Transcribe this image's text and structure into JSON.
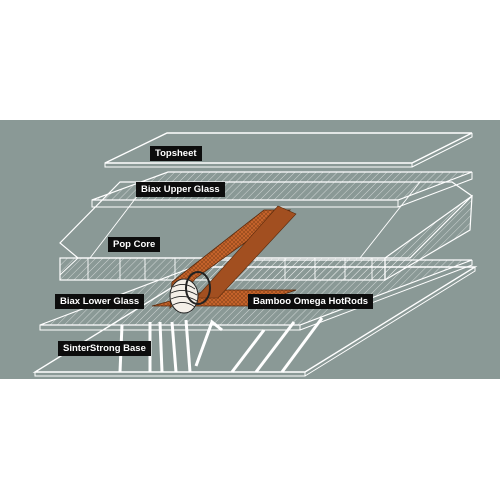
{
  "colors": {
    "background": "#8a9996",
    "page": "#ffffff",
    "line": "#ffffff",
    "hotrod": "#c8642c",
    "hotrod_dark": "#7a3a14",
    "label_bg": "#0d0d0d",
    "label_text": "#ffffff"
  },
  "labels": {
    "topsheet": "Topsheet",
    "biax_upper": "Biax Upper Glass",
    "pop_core": "Pop Core",
    "biax_lower": "Biax Lower Glass",
    "hotrods": "Bamboo Omega HotRods",
    "base": "SinterStrong Base"
  }
}
